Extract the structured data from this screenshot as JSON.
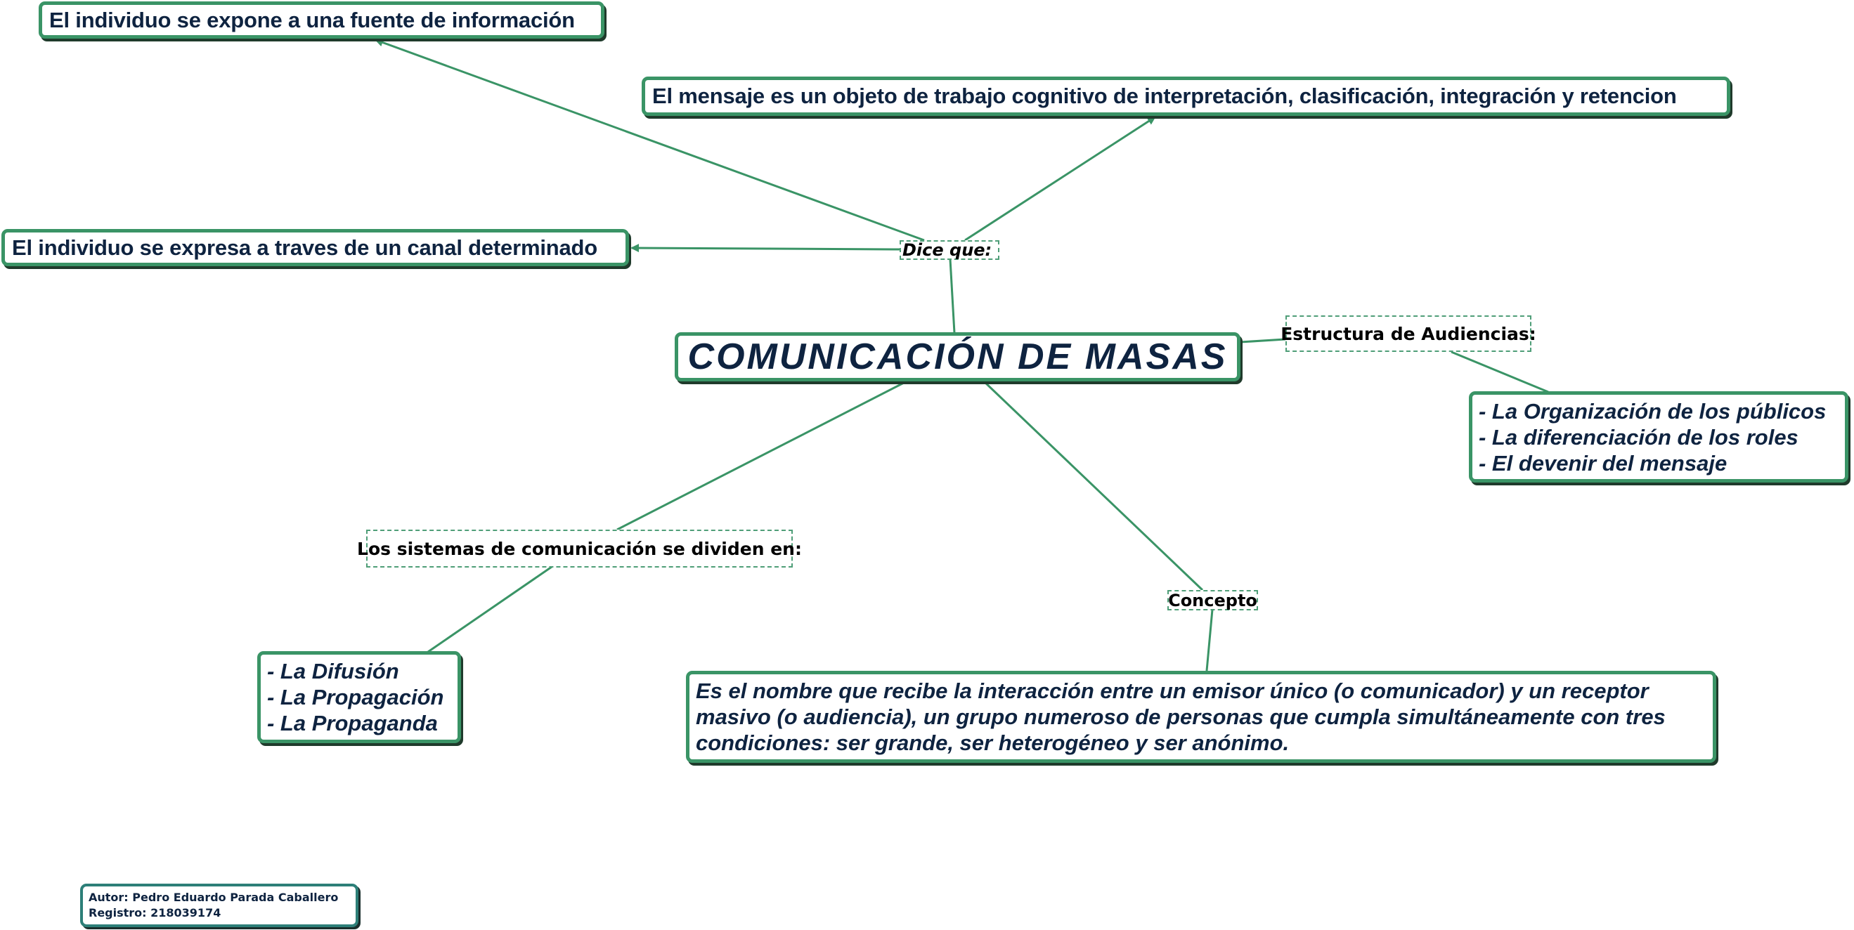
{
  "central": {
    "title": "COMUNICACIÓN DE MASAS"
  },
  "connectors": {
    "dice_que": "Dice que:",
    "estructura": "Estructura de Audiencias:",
    "sistemas": "Los sistemas de comunicación se dividen en:",
    "concepto": "Concepto"
  },
  "dice_que_items": {
    "expone": "El individuo se expone a una fuente de información",
    "mensaje": "El mensaje es un objeto de trabajo cognitivo de interpretación, clasificación, integración y retencion",
    "expresa": "El individuo se expresa a traves de un canal determinado"
  },
  "audiencias": {
    "items": [
      "- La Organización de los públicos",
      "- La diferenciación de los roles",
      "- El devenir del mensaje"
    ]
  },
  "sistemas": {
    "items": [
      "- La Difusión",
      "- La Propagación",
      "- La Propaganda"
    ]
  },
  "concepto": {
    "lines": [
      "Es el nombre que recibe la interacción entre un emisor único (o comunicador) y un receptor",
      "masivo (o audiencia), un grupo numeroso de personas que cumpla simultáneamente con tres",
      "condiciones: ser grande, ser heterogéneo y ser anónimo."
    ]
  },
  "author": {
    "name": "Autor: Pedro Eduardo Parada Caballero",
    "registro": "Registro: 218039174"
  },
  "colors": {
    "border_green": "#3a9466",
    "text_navy": "#0e2340",
    "author_border": "#2d7f78"
  }
}
